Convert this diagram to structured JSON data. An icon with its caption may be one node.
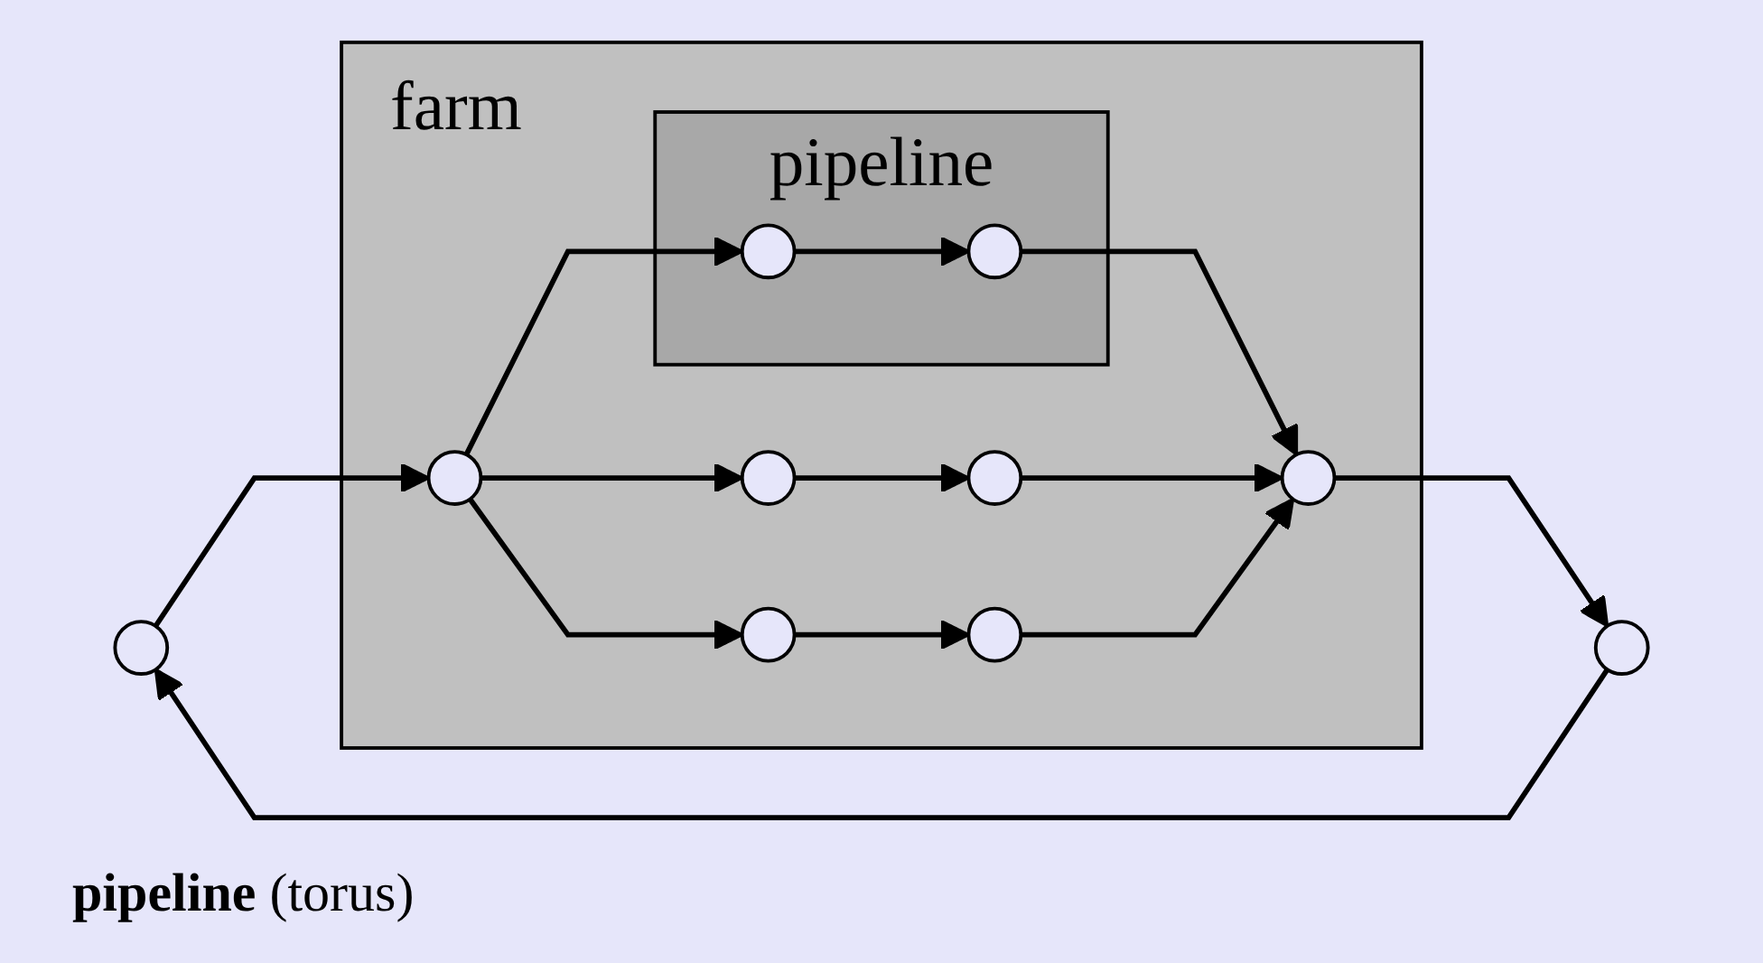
{
  "diagram": {
    "caption": "**pipeline** (torus)",
    "nodes": [
      {
        "text": [],
        "shape": "circle"
      },
      {
        "text": [
          "farm"
        ]
      },
      {
        "text": [],
        "shape": "circle",
        "in": 1
      },
      {
        "text": [
          "pipeline"
        ],
        "in": 1
      },
      {
        "text": [],
        "shape": "circle",
        "in": 3
      },
      {
        "text": [],
        "shape": "circle",
        "in": 3
      },
      {
        "text": [],
        "shape": "circle",
        "in": 1
      },
      {
        "text": [],
        "shape": "circle",
        "in": 1
      },
      {
        "text": [],
        "shape": "circle",
        "in": 1
      },
      {
        "text": [],
        "shape": "circle",
        "in": 1
      },
      {
        "text": [],
        "shape": "circle",
        "in": 1
      },
      {
        "text": [],
        "shape": "circle"
      }
    ],
    "edges": [
      {
        "from": 0,
        "to": 2,
        "arrow": "to"
      },
      {
        "from": 2,
        "to": 4,
        "arrow": "to"
      },
      {
        "from": 2,
        "to": 6,
        "arrow": "to"
      },
      {
        "from": 2,
        "to": 8,
        "arrow": "to"
      },
      {
        "from": 4,
        "to": 5,
        "arrow": "to"
      },
      {
        "from": 6,
        "to": 7,
        "arrow": "to"
      },
      {
        "from": 8,
        "to": 9,
        "arrow": "to"
      },
      {
        "from": 5,
        "to": 10,
        "arrow": "to"
      },
      {
        "from": 7,
        "to": 10,
        "arrow": "to"
      },
      {
        "from": 9,
        "to": 10,
        "arrow": "to"
      },
      {
        "from": 10,
        "to": 11,
        "arrow": "to"
      },
      {
        "from": 11,
        "to": 0,
        "arrow": "to"
      }
    ]
  }
}
